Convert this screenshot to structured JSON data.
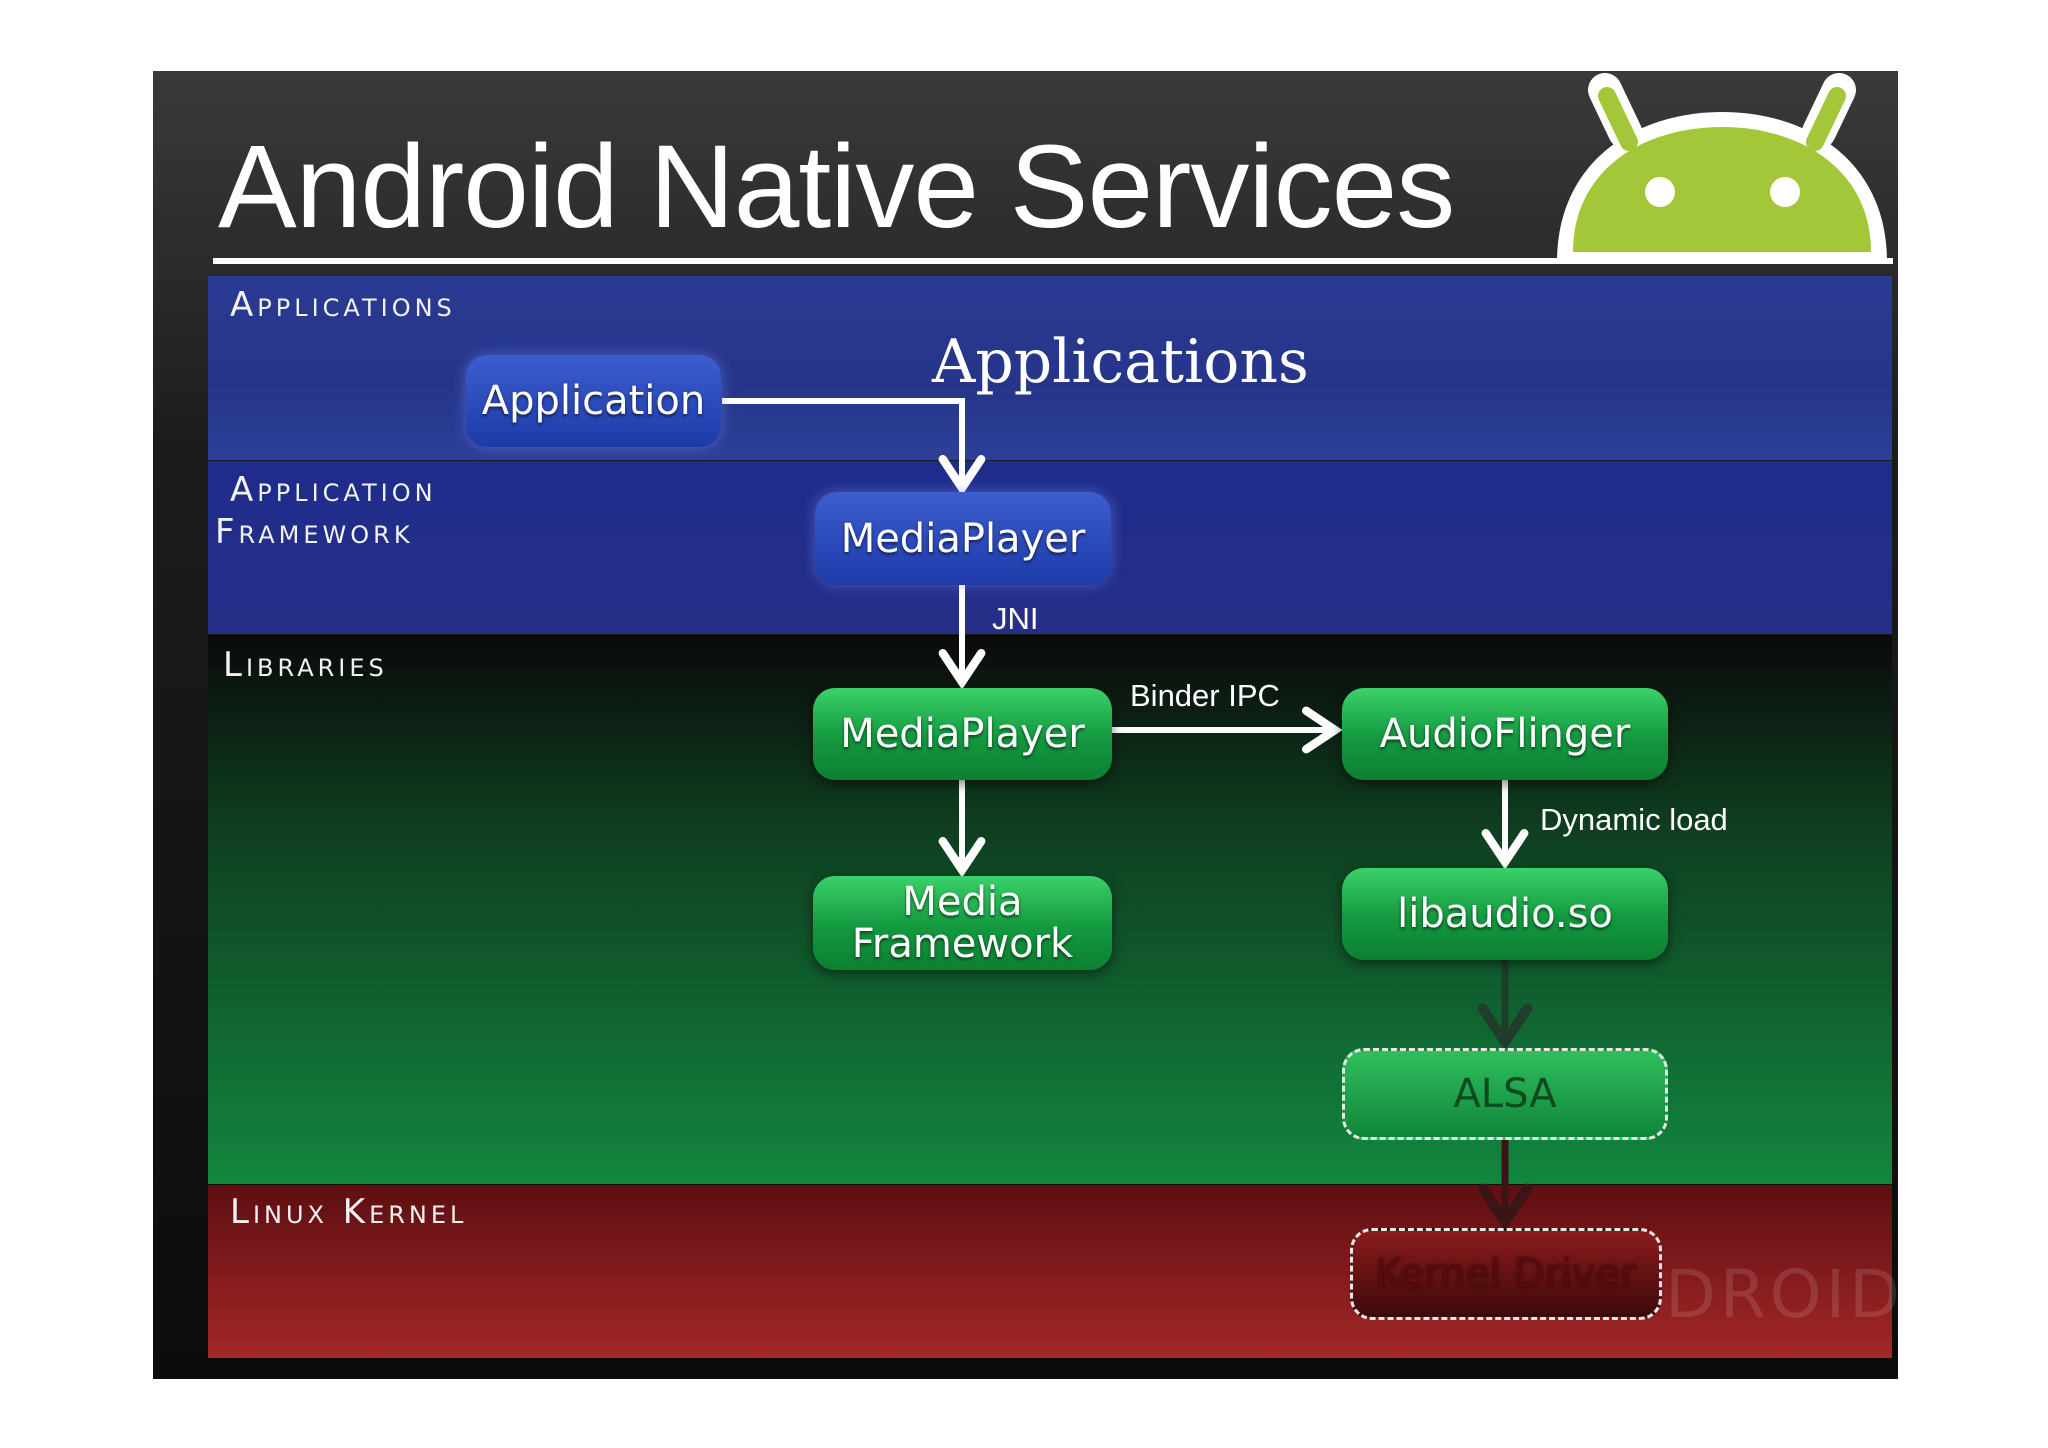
{
  "slide": {
    "title": "Android Native Services"
  },
  "layers": {
    "applications": "Applications",
    "framework_line1": "Application",
    "framework_line2": "Framework",
    "libraries": "Libraries",
    "kernel": "Linux Kernel"
  },
  "annotations": {
    "applications_serif": "Applications",
    "watermark": "DROID"
  },
  "nodes": {
    "application": "Application",
    "mediaplayer_java": "MediaPlayer",
    "mediaplayer_native": "MediaPlayer",
    "media_framework_line1": "Media",
    "media_framework_line2": "Framework",
    "audioflinger": "AudioFlinger",
    "libaudio": "libaudio.so",
    "alsa": "ALSA",
    "kernel_driver": "Kernel Driver"
  },
  "edges": {
    "jni": "JNI",
    "binder_ipc": "Binder IPC",
    "dynamic_load": "Dynamic load"
  },
  "colors": {
    "app_layer": "#2b3a92",
    "framework_layer": "#1f2c8b",
    "libraries_layer": "#12863f",
    "kernel_layer": "#a42628",
    "android_green": "#a4c639",
    "box_blue": "#1d3aa8",
    "box_green": "#13993f"
  },
  "icons": {
    "logo": "android-robot-icon"
  }
}
